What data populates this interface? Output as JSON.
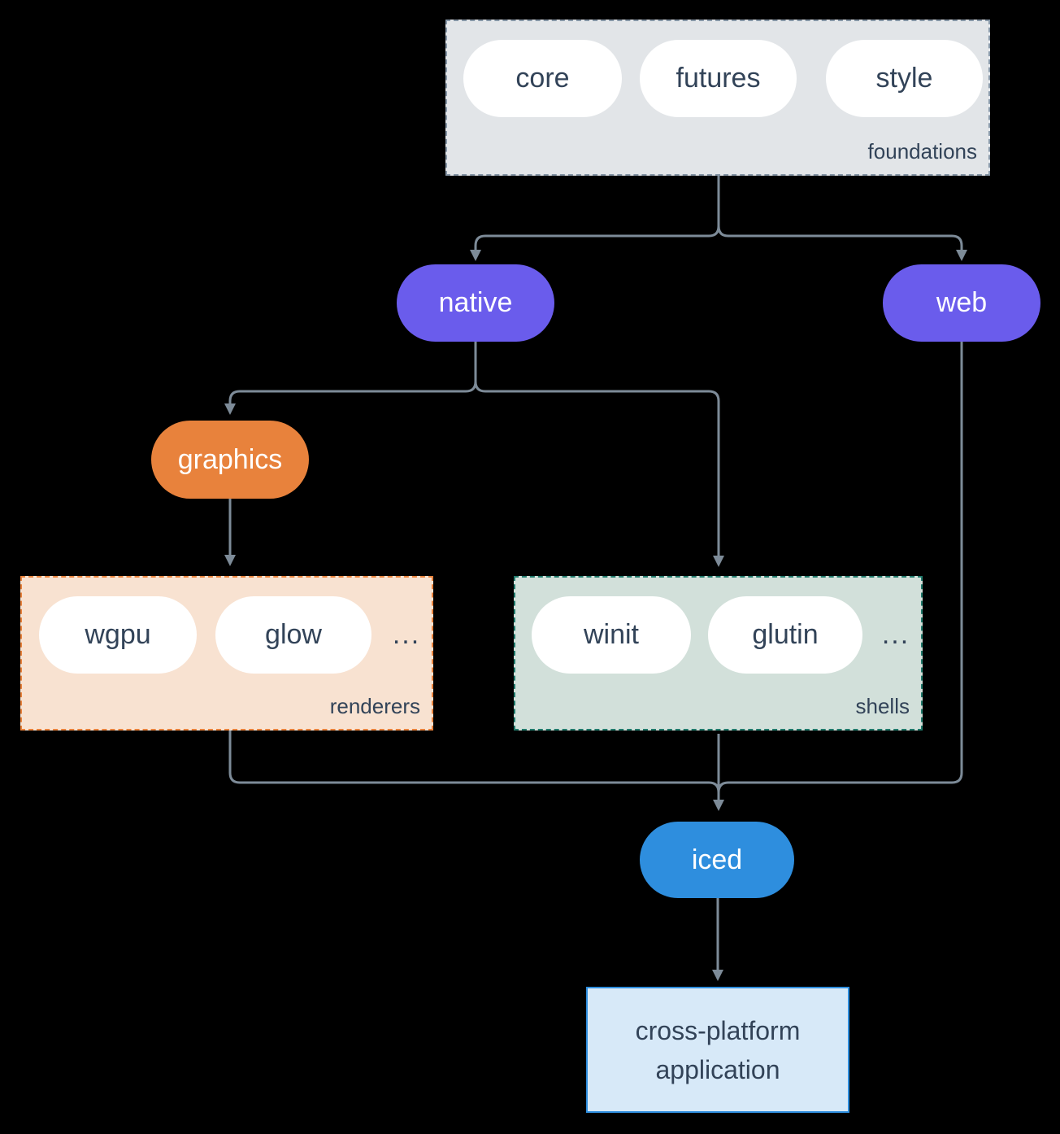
{
  "colors": {
    "background": "#000000",
    "edge": "#7d8b98",
    "purple_node": "#6a5cec",
    "orange_node": "#e8823c",
    "blue_node": "#2e8ede",
    "pill_background": "#ffffff",
    "dark_text": "#324358",
    "light_text": "#ffffff",
    "foundations_fill": "#e2e5e8",
    "foundations_border": "#8595a5",
    "renderers_fill": "#f8e2d1",
    "renderers_border": "#e8823c",
    "shells_fill": "#d2e0da",
    "shells_border": "#20796b",
    "application_fill": "#d7e9f8",
    "application_border": "#2e8ede"
  },
  "groups": {
    "foundations": {
      "label": "foundations",
      "pills": [
        "core",
        "futures",
        "style"
      ]
    },
    "renderers": {
      "label": "renderers",
      "pills": [
        "wgpu",
        "glow"
      ],
      "ellipsis": "..."
    },
    "shells": {
      "label": "shells",
      "pills": [
        "winit",
        "glutin"
      ],
      "ellipsis": "..."
    }
  },
  "nodes": {
    "native": {
      "label": "native"
    },
    "web": {
      "label": "web"
    },
    "graphics": {
      "label": "graphics"
    },
    "iced": {
      "label": "iced"
    },
    "application": {
      "line1": "cross-platform",
      "line2": "application"
    }
  },
  "edges": [
    {
      "from": "foundations",
      "to": "native"
    },
    {
      "from": "foundations",
      "to": "web"
    },
    {
      "from": "native",
      "to": "graphics"
    },
    {
      "from": "native",
      "to": "shells"
    },
    {
      "from": "graphics",
      "to": "renderers"
    },
    {
      "from": "renderers",
      "to": "iced"
    },
    {
      "from": "shells",
      "to": "iced"
    },
    {
      "from": "web",
      "to": "iced"
    },
    {
      "from": "iced",
      "to": "application"
    }
  ]
}
